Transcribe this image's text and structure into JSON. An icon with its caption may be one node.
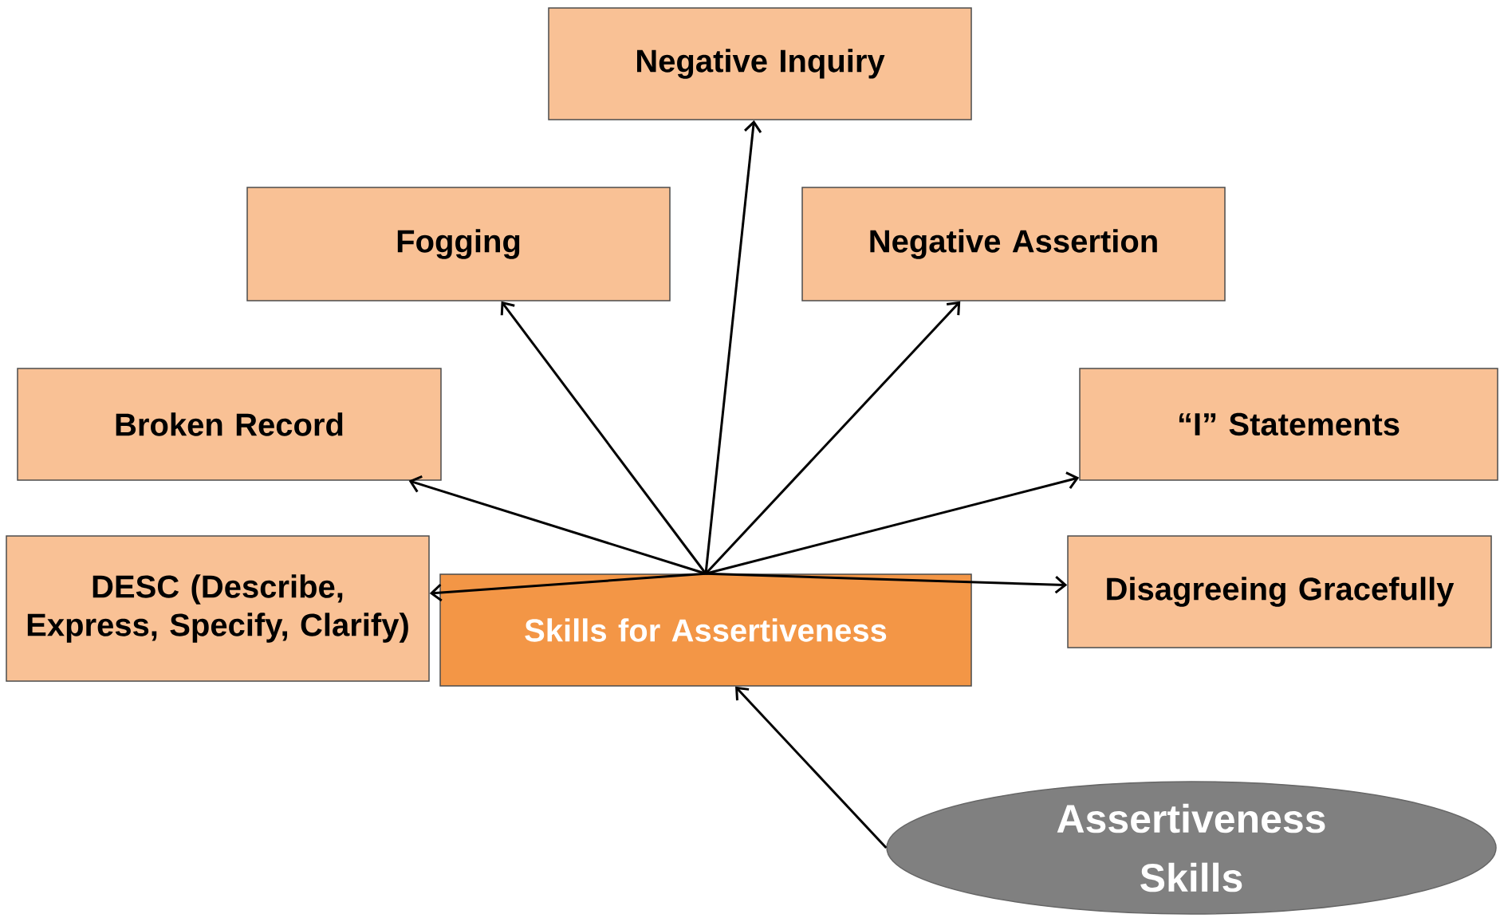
{
  "diagram": {
    "nodes": [
      {
        "text": [
          "Negative Inquiry"
        ]
      },
      {
        "text": [
          "Fogging"
        ]
      },
      {
        "text": [
          "Negative Assertion"
        ]
      },
      {
        "text": [
          "Broken Record"
        ]
      },
      {
        "text": [
          "“I” Statements"
        ]
      },
      {
        "text": [
          "DESC (Describe, Express, Specify, Clarify)"
        ]
      },
      {
        "text": [
          "Skills for Assertiveness"
        ]
      },
      {
        "text": [
          "Disagreeing Gracefully"
        ]
      },
      {
        "text": [
          "Assertiveness Skills"
        ]
      }
    ],
    "edges": [
      {
        "from": 6,
        "to": 0,
        "arrow": "to"
      },
      {
        "from": 6,
        "to": 1,
        "arrow": "to"
      },
      {
        "from": 6,
        "to": 2,
        "arrow": "to"
      },
      {
        "from": 6,
        "to": 3,
        "arrow": "to"
      },
      {
        "from": 6,
        "to": 4,
        "arrow": "to"
      },
      {
        "from": 6,
        "to": 5,
        "arrow": "to"
      },
      {
        "from": 6,
        "to": 7,
        "arrow": "to"
      },
      {
        "from": 8,
        "to": 6,
        "arrow": "to"
      }
    ]
  }
}
